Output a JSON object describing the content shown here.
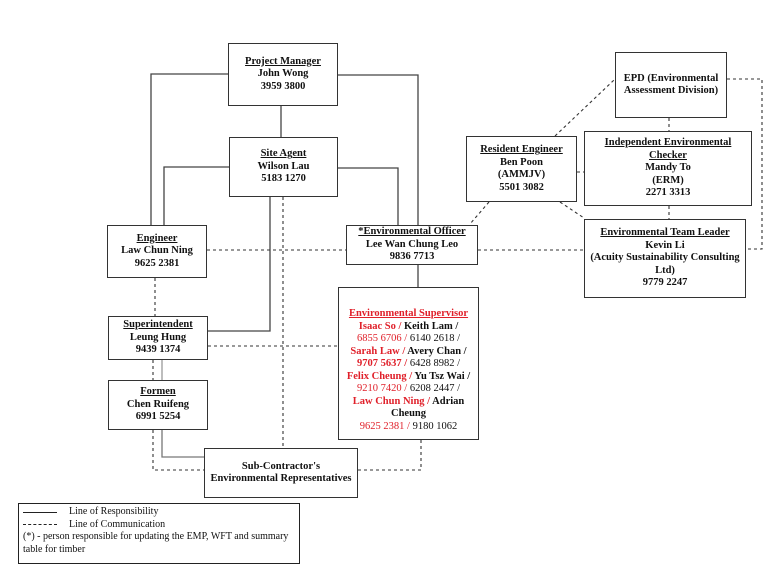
{
  "boxes": {
    "project_manager": {
      "title": "Project Manager",
      "name": "John Wong",
      "phone": "3959 3800"
    },
    "site_agent": {
      "title": "Site Agent",
      "name": "Wilson Lau",
      "phone": "5183 1270"
    },
    "epd": {
      "line1": "EPD (Environmental",
      "line2": "Assessment Division)"
    },
    "resident_engineer": {
      "title": "Resident Engineer",
      "name": "Ben Poon",
      "org": "(AMMJV)",
      "phone": "5501 3082"
    },
    "iec": {
      "title": "Independent Environmental",
      "title2": "Checker",
      "name": "Mandy To",
      "org": "(ERM)",
      "phone": "2271 3313"
    },
    "etl": {
      "title": "Environmental Team Leader",
      "name": "Kevin Li",
      "org1": "(Acuity Sustainability Consulting",
      "org2": "Ltd)",
      "phone": "9779 2247"
    },
    "engineer": {
      "title": "Engineer",
      "name": "Law Chun Ning",
      "phone": "9625 2381"
    },
    "env_officer": {
      "title": "*Environmental Officer",
      "name": "Lee Wan Chung Leo",
      "phone": "9836 7713"
    },
    "superintendent": {
      "title": "Superintendent",
      "name": "Leung Hung",
      "phone": "9439 1374"
    },
    "formen": {
      "title": "Formen",
      "name": "Chen Ruifeng",
      "phone": "6991 5254"
    },
    "env_supervisor": {
      "title": "Environmental Supervisor",
      "rows": [
        {
          "red_name": "Isaac So / ",
          "black_name": "Keith Lam /"
        },
        {
          "red_phone": "6855 6706 / ",
          "black_phone": "6140 2618 /"
        },
        {
          "red_name": "Sarah Law / ",
          "black_name": "Avery Chan /"
        },
        {
          "red_phone": "9707 5637 / ",
          "black_phone": "6428 8982 /"
        },
        {
          "red_name": "Felix Cheung / ",
          "black_name": "Yu Tsz Wai /"
        },
        {
          "red_phone": "9210 7420 / ",
          "black_phone": "6208 2447 /"
        },
        {
          "red_name": "Law Chun Ning / ",
          "black_name": "Adrian Cheung"
        },
        {
          "red_phone": "9625 2381 / ",
          "black_phone": "9180 1062"
        }
      ]
    },
    "subcontractor": {
      "line1": "Sub-Contractor's",
      "line2": "Environmental Representatives"
    }
  },
  "legend": {
    "responsibility": "Line of Responsibility",
    "communication": "Line of Communication",
    "note": "(*) - person responsible for updating the EMP, WFT and summary table for timber"
  },
  "colors": {
    "highlight": "#e0202a",
    "line": "#333333"
  }
}
